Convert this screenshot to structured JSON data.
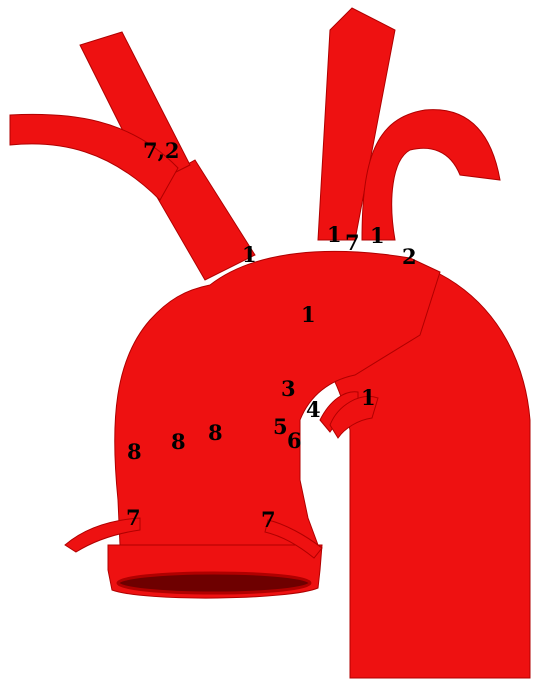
{
  "colors": {
    "vessel": "#ee1111",
    "vessel_dark": "#b00000",
    "lumen": "#6e0000",
    "ink": "#000000",
    "background": "#ffffff"
  },
  "labels": [
    {
      "id": "brachiocephalic-branch",
      "text": "7,2"
    },
    {
      "id": "brachiocephalic-origin",
      "text": "1"
    },
    {
      "id": "carotid-origin",
      "text": "1"
    },
    {
      "id": "carotid-subclavian-gap",
      "text": "7"
    },
    {
      "id": "subclavian-origin",
      "text": "1"
    },
    {
      "id": "distal-arch",
      "text": "2"
    },
    {
      "id": "arch-centre",
      "text": "1"
    },
    {
      "id": "inner-curve",
      "text": "3"
    },
    {
      "id": "ductus-left",
      "text": "4"
    },
    {
      "id": "ductus-right",
      "text": "1"
    },
    {
      "id": "inner-curve-lower-a",
      "text": "5"
    },
    {
      "id": "inner-curve-lower-b",
      "text": "6"
    },
    {
      "id": "ascending-wall-1",
      "text": "8"
    },
    {
      "id": "ascending-wall-2",
      "text": "8"
    },
    {
      "id": "ascending-wall-3",
      "text": "8"
    },
    {
      "id": "coronary-left",
      "text": "7"
    },
    {
      "id": "coronary-right",
      "text": "7"
    }
  ]
}
